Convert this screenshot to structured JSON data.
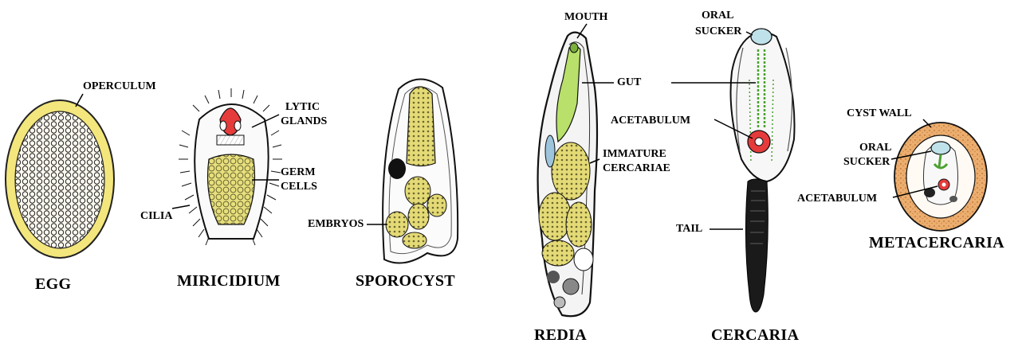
{
  "colors": {
    "egg_shell": "#f3e67c",
    "cell_fill": "#fdfaf0",
    "germ_yellow": "#e7de7d",
    "gut_green": "#b8e06a",
    "gland_red": "#e63b3b",
    "cyst_wall": "#ecae6e",
    "sucker_blue": "#bfe2ea",
    "ink": "#111111"
  },
  "stages": {
    "egg": "EGG",
    "miracidium": "MIRICIDIUM",
    "sporocyst": "SPOROCYST",
    "redia": "REDIA",
    "cercaria": "CERCARIA",
    "metacercaria": "METACERCARIA"
  },
  "labels": {
    "operculum": "OPERCULUM",
    "lytic_1": "LYTIC",
    "lytic_2": "GLANDS",
    "germ_1": "GERM",
    "germ_2": "CELLS",
    "cilia": "CILIA",
    "embryos": "EMBRYOS",
    "mouth": "MOUTH",
    "gut": "GUT",
    "immature_1": "IMMATURE",
    "immature_2": "CERCARIAE",
    "oral_sucker_1": "ORAL",
    "oral_sucker_2": "SUCKER",
    "acetabulum": "ACETABULUM",
    "tail": "TAIL",
    "cyst_wall": "CYST WALL",
    "meta_oral_1": "ORAL",
    "meta_oral_2": "SUCKER",
    "meta_acetabulum": "ACETABULUM"
  },
  "icons": [
    "egg-figure",
    "miracidium-figure",
    "sporocyst-figure",
    "redia-figure",
    "cercaria-figure",
    "metacercaria-figure"
  ]
}
